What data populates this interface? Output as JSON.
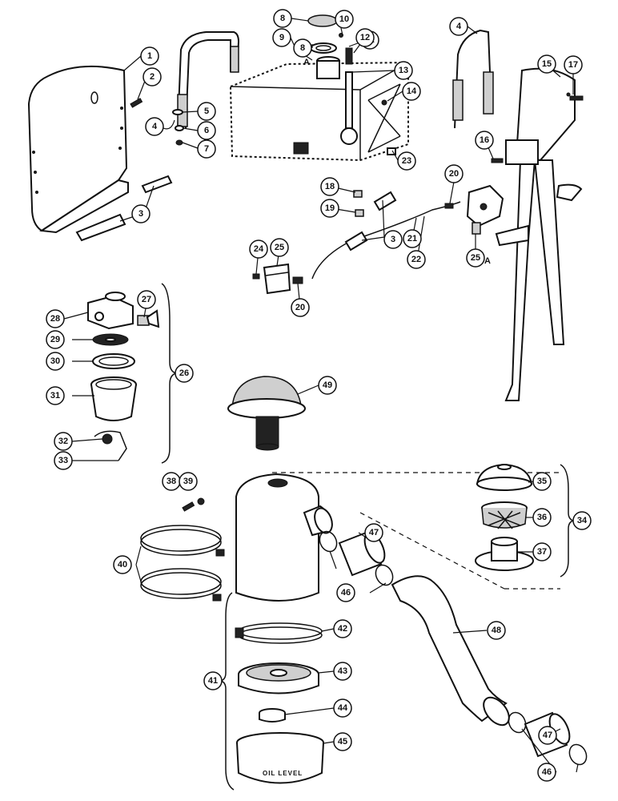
{
  "diagram": {
    "callouts": [
      {
        "id": "c1",
        "label": "1"
      },
      {
        "id": "c2",
        "label": "2"
      },
      {
        "id": "c3a",
        "label": "3"
      },
      {
        "id": "c4a",
        "label": "4"
      },
      {
        "id": "c5",
        "label": "5"
      },
      {
        "id": "c6",
        "label": "6"
      },
      {
        "id": "c7",
        "label": "7"
      },
      {
        "id": "c8",
        "label": "8"
      },
      {
        "id": "c8a",
        "label": "8",
        "suffix": "A"
      },
      {
        "id": "c9",
        "label": "9"
      },
      {
        "id": "c10",
        "label": "10"
      },
      {
        "id": "c11",
        "label": "11"
      },
      {
        "id": "c12",
        "label": "12"
      },
      {
        "id": "c13",
        "label": "13"
      },
      {
        "id": "c14",
        "label": "14"
      },
      {
        "id": "c4b",
        "label": "4"
      },
      {
        "id": "c15",
        "label": "15"
      },
      {
        "id": "c17",
        "label": "17"
      },
      {
        "id": "c16",
        "label": "16"
      },
      {
        "id": "c23",
        "label": "23"
      },
      {
        "id": "c18",
        "label": "18"
      },
      {
        "id": "c19",
        "label": "19"
      },
      {
        "id": "c20a",
        "label": "20"
      },
      {
        "id": "c3b",
        "label": "3"
      },
      {
        "id": "c21",
        "label": "21"
      },
      {
        "id": "c22",
        "label": "22"
      },
      {
        "id": "c25a",
        "label": "25",
        "suffix": "A"
      },
      {
        "id": "c24",
        "label": "24"
      },
      {
        "id": "c25",
        "label": "25"
      },
      {
        "id": "c20b",
        "label": "20"
      },
      {
        "id": "c28",
        "label": "28"
      },
      {
        "id": "c27",
        "label": "27"
      },
      {
        "id": "c29",
        "label": "29"
      },
      {
        "id": "c30",
        "label": "30"
      },
      {
        "id": "c26",
        "label": "26"
      },
      {
        "id": "c31",
        "label": "31"
      },
      {
        "id": "c32",
        "label": "32"
      },
      {
        "id": "c33",
        "label": "33"
      },
      {
        "id": "c49",
        "label": "49"
      },
      {
        "id": "c38",
        "label": "38"
      },
      {
        "id": "c39",
        "label": "39"
      },
      {
        "id": "c35",
        "label": "35"
      },
      {
        "id": "c36",
        "label": "36"
      },
      {
        "id": "c34",
        "label": "34"
      },
      {
        "id": "c37",
        "label": "37"
      },
      {
        "id": "c47a",
        "label": "47"
      },
      {
        "id": "c40",
        "label": "40"
      },
      {
        "id": "c46a",
        "label": "46"
      },
      {
        "id": "c42",
        "label": "42"
      },
      {
        "id": "c48",
        "label": "48"
      },
      {
        "id": "c41",
        "label": "41"
      },
      {
        "id": "c43",
        "label": "43"
      },
      {
        "id": "c44",
        "label": "44"
      },
      {
        "id": "c45",
        "label": "45"
      },
      {
        "id": "c47b",
        "label": "47"
      },
      {
        "id": "c46b",
        "label": "46"
      }
    ],
    "oil_bowl_text": "OIL LEVEL"
  }
}
